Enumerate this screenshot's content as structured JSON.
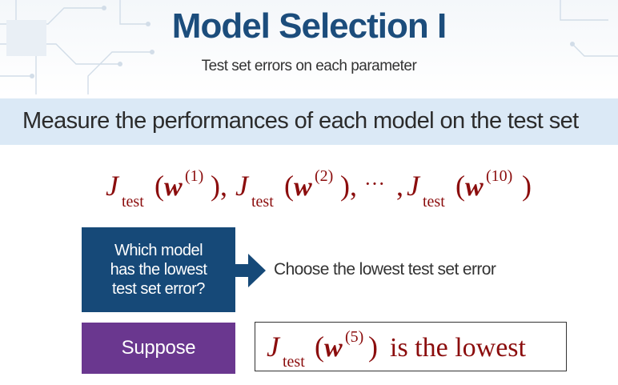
{
  "header": {
    "title": "Model Selection I",
    "subtitle": "Test set errors on each parameter"
  },
  "banner": {
    "text": "Measure the performances of each model on the test set"
  },
  "formula": {
    "symbol": "J",
    "subscript": "test",
    "w": "w",
    "sup1": "(1)",
    "sup2": "(2)",
    "sup3": "(10)",
    "ellipsis": "···"
  },
  "question_box": {
    "line1": "Which model",
    "line2": "has the lowest",
    "line3": "test set error?"
  },
  "choose": {
    "text": "Choose the lowest test set error"
  },
  "suppose_box": {
    "label": "Suppose"
  },
  "result": {
    "sup": "(5)",
    "text": "is the lowest"
  },
  "colors": {
    "title": "#1c4d7c",
    "banner_bg": "#dbe9f6",
    "math": "#8b0d0d",
    "question_box": "#164978",
    "suppose_box": "#6a378f"
  }
}
